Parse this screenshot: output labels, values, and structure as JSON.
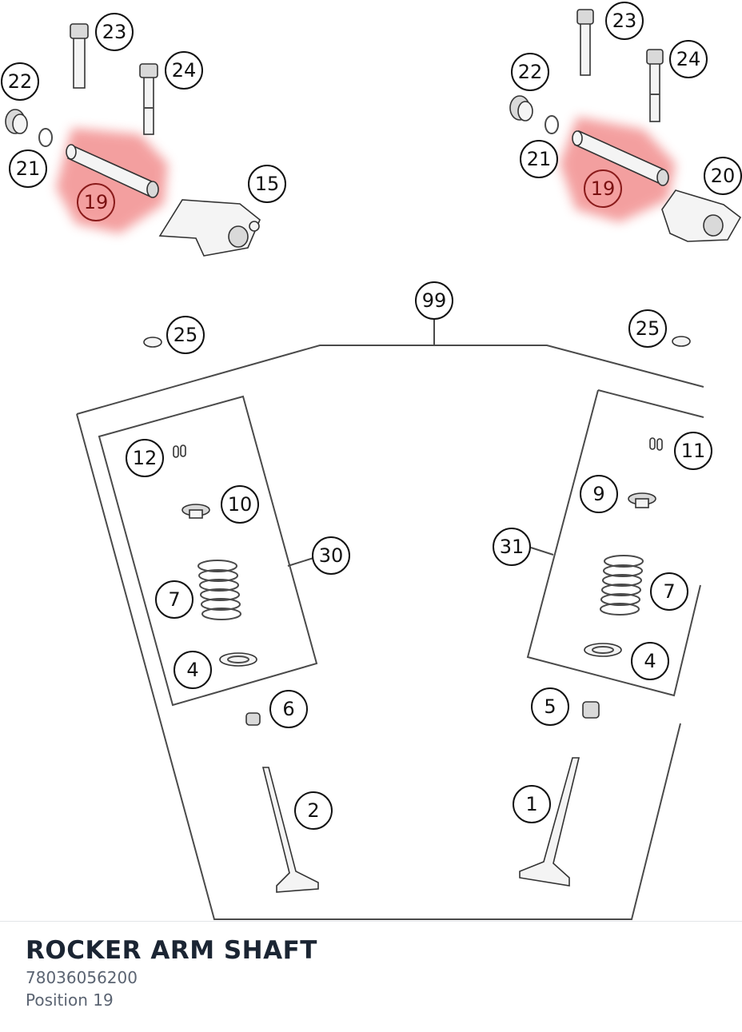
{
  "diagram": {
    "callouts": [
      {
        "id": "c23-left",
        "label": "23",
        "highlighted": false
      },
      {
        "id": "c22-left",
        "label": "22",
        "highlighted": false
      },
      {
        "id": "c24-left",
        "label": "24",
        "highlighted": false
      },
      {
        "id": "c21-left",
        "label": "21",
        "highlighted": false
      },
      {
        "id": "c19-left",
        "label": "19",
        "highlighted": true
      },
      {
        "id": "c15",
        "label": "15",
        "highlighted": false
      },
      {
        "id": "c23-right",
        "label": "23",
        "highlighted": false
      },
      {
        "id": "c22-right",
        "label": "22",
        "highlighted": false
      },
      {
        "id": "c24-right",
        "label": "24",
        "highlighted": false
      },
      {
        "id": "c21-right",
        "label": "21",
        "highlighted": false
      },
      {
        "id": "c19-right",
        "label": "19",
        "highlighted": true
      },
      {
        "id": "c20",
        "label": "20",
        "highlighted": false
      },
      {
        "id": "c99",
        "label": "99",
        "highlighted": false
      },
      {
        "id": "c25-left",
        "label": "25",
        "highlighted": false
      },
      {
        "id": "c25-right",
        "label": "25",
        "highlighted": false
      },
      {
        "id": "c12",
        "label": "12",
        "highlighted": false
      },
      {
        "id": "c10",
        "label": "10",
        "highlighted": false
      },
      {
        "id": "c30",
        "label": "30",
        "highlighted": false
      },
      {
        "id": "c7-left",
        "label": "7",
        "highlighted": false
      },
      {
        "id": "c4-left",
        "label": "4",
        "highlighted": false
      },
      {
        "id": "c6",
        "label": "6",
        "highlighted": false
      },
      {
        "id": "c2",
        "label": "2",
        "highlighted": false
      },
      {
        "id": "c11",
        "label": "11",
        "highlighted": false
      },
      {
        "id": "c9",
        "label": "9",
        "highlighted": false
      },
      {
        "id": "c31",
        "label": "31",
        "highlighted": false
      },
      {
        "id": "c7-right",
        "label": "7",
        "highlighted": false
      },
      {
        "id": "c4-right",
        "label": "4",
        "highlighted": false
      },
      {
        "id": "c5",
        "label": "5",
        "highlighted": false
      },
      {
        "id": "c1",
        "label": "1",
        "highlighted": false
      }
    ],
    "highlight_color": "#f08080"
  },
  "info": {
    "title": "ROCKER ARM SHAFT",
    "part_number": "78036056200",
    "position": "Position 19"
  }
}
